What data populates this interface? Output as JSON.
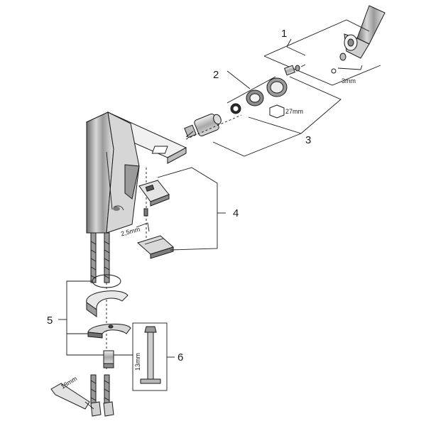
{
  "callouts": {
    "c1": "1",
    "c2": "2",
    "c3": "3",
    "c4": "4",
    "c5": "5",
    "c6": "6"
  },
  "dimensions": {
    "hex_key_small": "3mm",
    "hex_nut": "27mm",
    "hex_key_medium": "2,5mm",
    "spanner_13": "13mm",
    "spanner_18": "18mm"
  },
  "colors": {
    "line": "#1a1a1a",
    "chrome_light": "#e6e6e6",
    "chrome_mid": "#b5b5b5",
    "chrome_dark": "#6f6f6f"
  }
}
